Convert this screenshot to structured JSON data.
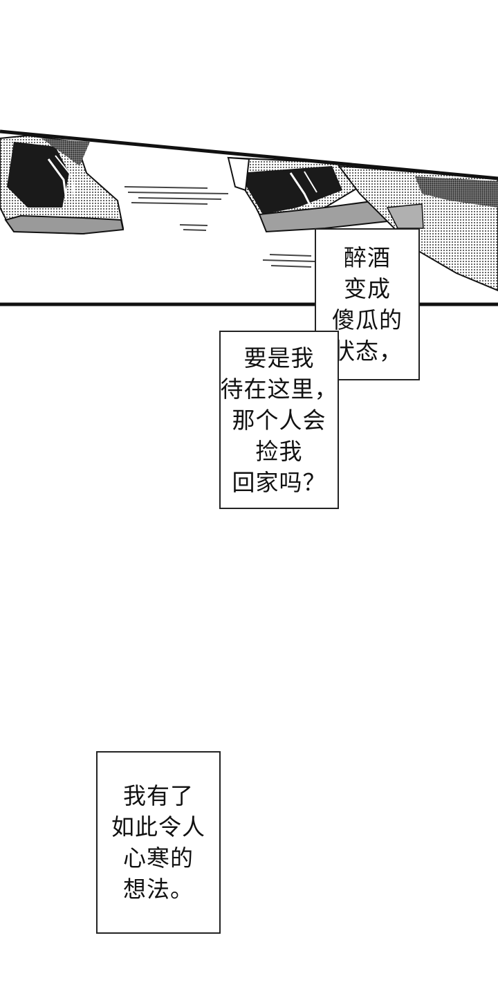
{
  "captions": [
    {
      "lines": [
        "醉酒",
        "变成",
        "傻瓜的",
        "状态，"
      ]
    },
    {
      "lines": [
        "要是我",
        "待在这里，",
        "那个人会",
        "捡我",
        "回家吗？"
      ]
    },
    {
      "lines": [
        "我有了",
        "如此令人",
        "心寒的",
        "想法。"
      ]
    }
  ],
  "colors": {
    "ink": "#111111",
    "screentone": "#8a8a8a",
    "paper": "#ffffff"
  }
}
